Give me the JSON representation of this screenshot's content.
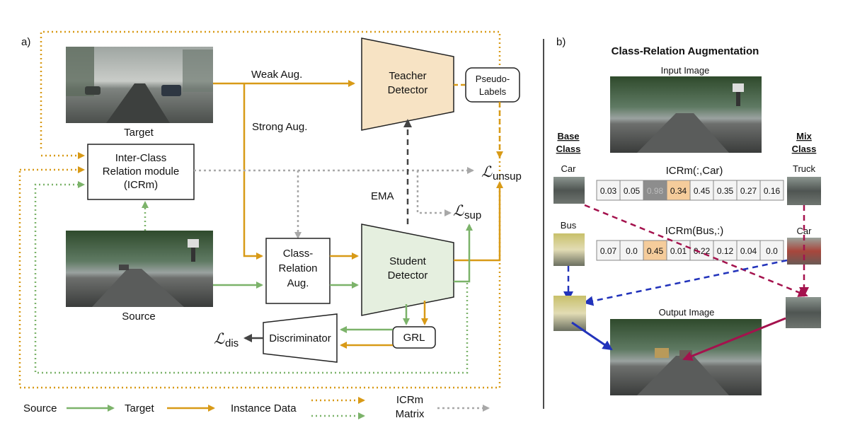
{
  "panel_a": {
    "label": "a)",
    "target_caption": "Target",
    "source_caption": "Source",
    "weak_aug": "Weak Aug.",
    "strong_aug": "Strong Aug.",
    "teacher_line1": "Teacher",
    "teacher_line2": "Detector",
    "pseudo_line1": "Pseudo-",
    "pseudo_line2": "Labels",
    "icrm_line1": "Inter-Class",
    "icrm_line2": "Relation module",
    "icrm_line3": "(ICRm)",
    "cra_line1": "Class-",
    "cra_line2": "Relation",
    "cra_line3": "Aug.",
    "student_line1": "Student",
    "student_line2": "Detector",
    "ema": "EMA",
    "grl": "GRL",
    "discriminator": "Discriminator",
    "loss_unsup_main": "ℒ",
    "loss_unsup_sub": "unsup",
    "loss_sup_main": "ℒ",
    "loss_sup_sub": "sup",
    "loss_dis_main": "ℒ",
    "loss_dis_sub": "dis"
  },
  "legend": {
    "source": "Source",
    "target": "Target",
    "instance_data": "Instance Data",
    "icrm_line1": "ICRm",
    "icrm_line2": "Matrix"
  },
  "panel_b": {
    "label": "b)",
    "title": "Class-Relation Augmentation",
    "input_image": "Input Image",
    "output_image": "Output Image",
    "base_class_line1": "Base",
    "base_class_line2": "Class",
    "mix_class_line1": "Mix",
    "mix_class_line2": "Class",
    "row1_label": "ICRm(:,Car)",
    "row2_label": "ICRm(Bus,:)",
    "base_item1": "Car",
    "base_item2": "Bus",
    "mix_item1": "Truck",
    "mix_item2": "Car",
    "row1_values": [
      "0.03",
      "0.05",
      "0.98",
      "0.34",
      "0.45",
      "0.35",
      "0.27",
      "0.16"
    ],
    "row2_values": [
      "0.07",
      "0.0",
      "0.45",
      "0.01",
      "0.22",
      "0.12",
      "0.04",
      "0.0"
    ]
  },
  "colors": {
    "source_green": "#7cb36a",
    "target_orange": "#d89a17",
    "icrm_gray": "#a8a8a8",
    "teacher_fill": "#f7e3c4",
    "student_fill": "#e5efdf",
    "highlight_orange": "#f5cc9b",
    "highlight_gray": "#8d8d8d",
    "crimson": "#a4124d",
    "blue": "#2233bb"
  }
}
